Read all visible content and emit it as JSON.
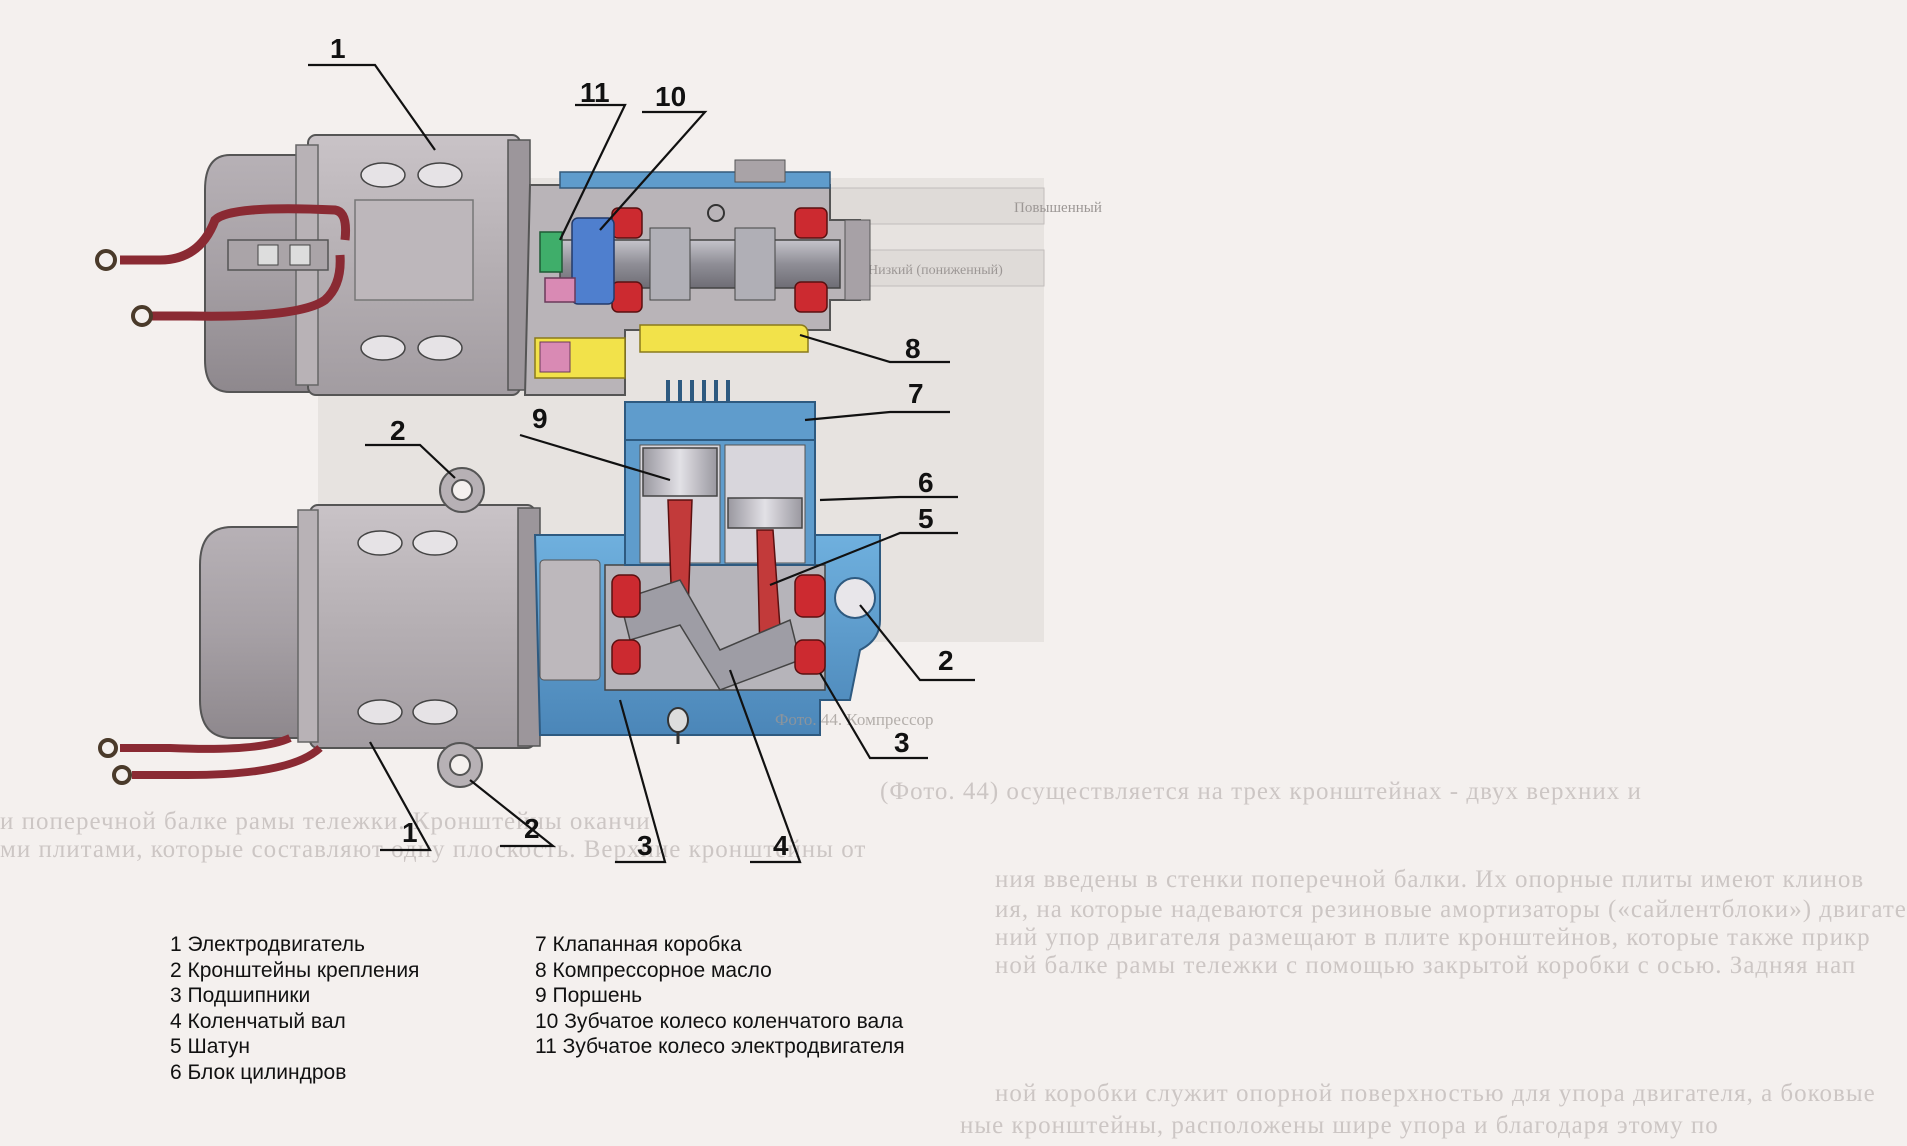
{
  "callouts": {
    "n1_top": "1",
    "n11": "11",
    "n10": "10",
    "n8": "8",
    "n7": "7",
    "n9": "9",
    "n2_mid": "2",
    "n6": "6",
    "n5": "5",
    "n2_right": "2",
    "n3_right": "3",
    "n1_bottom": "1",
    "n2_bottom": "2",
    "n3_bottom": "3",
    "n4": "4"
  },
  "caption": "Фото. 44. Компрессор",
  "inset_table": {
    "row1": "Повышенный",
    "row2": "Низкий (пониженный)"
  },
  "background_text": [
    "(Фото. 44) осуществляется на трех кронштейнах - двух верхних и",
    "и поперечной балке рамы тележки. Кронштейны оканчи",
    "ми плитами, которые составляют одну плоскость. Верхние кронштейны от",
    "ния введены в стенки поперечной балки. Их опорные плиты имеют клинов",
    "ия, на которые надеваются резиновые амортизаторы («сайлентблоки») двигате",
    "ний упор двигателя размещают в плите кронштейнов, которые также прикр",
    "ной балке рамы тележки с помощью закрытой коробки с осью. Задняя нап",
    "ной коробки служит опорной поверхностью для упора двигателя, а боковые",
    "ные кронштейны, расположены шире упора и благодаря этому по"
  ],
  "legend": {
    "left": [
      "1 Электродвигатель",
      "2 Кронштейны крепления",
      "3 Подшипники",
      "4 Коленчатый вал",
      "5 Шатун",
      "6 Блок цилиндров"
    ],
    "right": [
      "7 Клапанная коробка",
      "8 Компрессорное масло",
      "9 Поршень",
      "10 Зубчатое колесо коленчатого вала",
      "11 Зубчатое колесо электродвигателя"
    ]
  },
  "colors": {
    "motor_body": "#b4aeb2",
    "motor_cap": "#a09aa0",
    "compressor_blue": "#5f9ccc",
    "oil_yellow": "#f2e24a",
    "bearing_red": "#cc2a30",
    "rod_red": "#c23a3a",
    "gear_green": "#3fae6a",
    "gear_blue": "#4f7fce",
    "gear_pink": "#d98ab4",
    "shaft_gray": "#8f8e96",
    "cable_red": "#8a2a33"
  }
}
